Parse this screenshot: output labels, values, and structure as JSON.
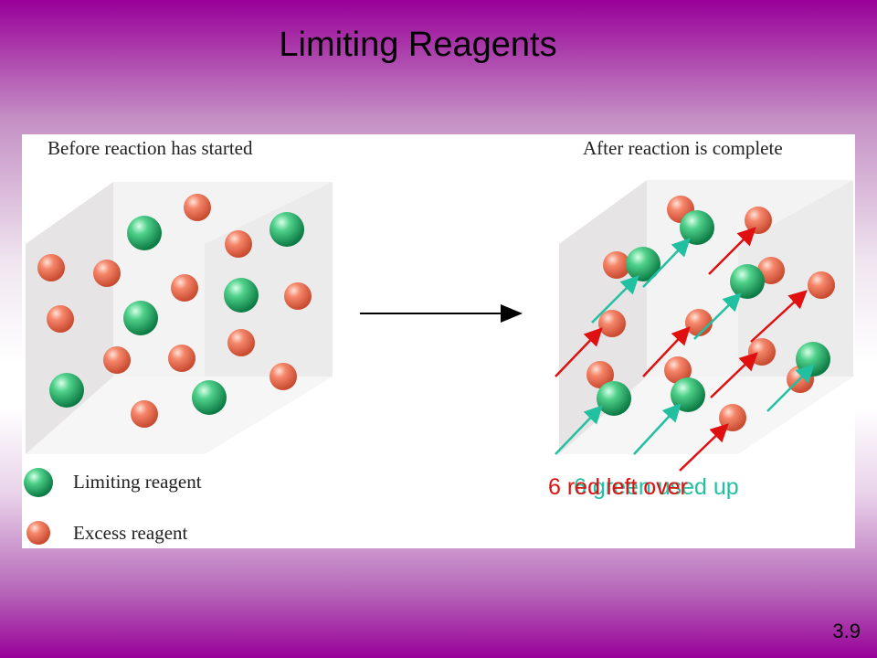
{
  "slide": {
    "title": "Limiting Reagents",
    "number": "3.9"
  },
  "figure": {
    "before_caption": "Before reaction has started",
    "after_caption": "After reaction is complete",
    "legend": [
      {
        "label": "Limiting reagent",
        "color": "#20a860",
        "icon": "green-sphere-icon"
      },
      {
        "label": "Excess reagent",
        "color": "#f06a50",
        "icon": "red-sphere-icon"
      }
    ]
  },
  "annotations": {
    "green_text": "6 green used up",
    "red_text": "6 red left over",
    "green_color": "#20c0a0",
    "red_color": "#e01010"
  },
  "colors": {
    "limiting": "#20a860",
    "excess": "#f06a50"
  }
}
